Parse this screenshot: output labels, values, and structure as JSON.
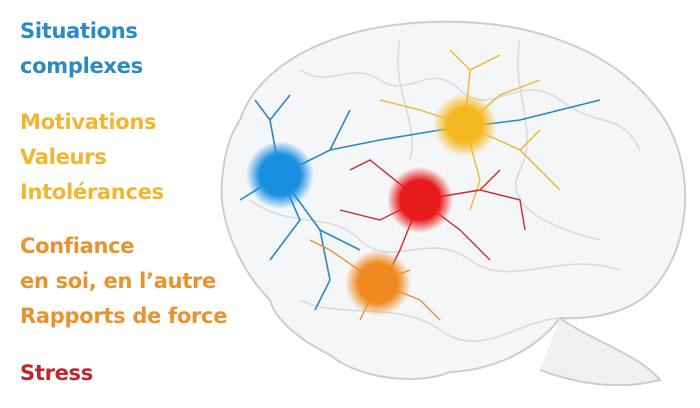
{
  "labels": {
    "situations": {
      "lines": [
        "Situations",
        "complexes"
      ],
      "color": "#2b8ac6"
    },
    "motivations": {
      "lines": [
        "Motivations",
        "Valeurs",
        "Intolérances"
      ],
      "color": "#f2b530"
    },
    "confiance": {
      "lines": [
        "Confiance",
        "en soi, en l’autre",
        "Rapports de force"
      ],
      "color": "#e8932f"
    },
    "stress": {
      "lines": [
        "Stress"
      ],
      "color": "#c1272d"
    }
  }
}
